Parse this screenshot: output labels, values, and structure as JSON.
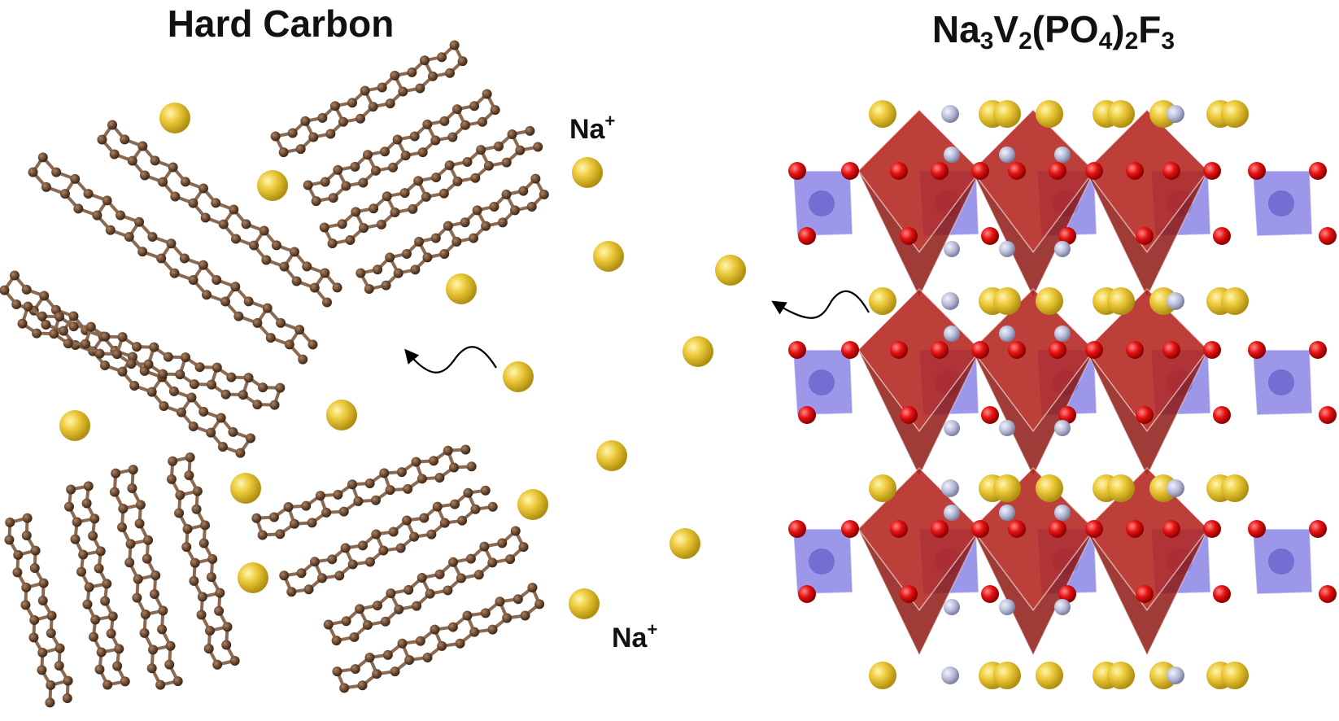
{
  "titles": {
    "left": "Hard Carbon",
    "right": {
      "parts": [
        {
          "t": "Na",
          "sub": false
        },
        {
          "t": "3",
          "sub": true
        },
        {
          "t": "V",
          "sub": false
        },
        {
          "t": "2",
          "sub": true
        },
        {
          "t": "(PO",
          "sub": false
        },
        {
          "t": "4",
          "sub": true
        },
        {
          "t": ")",
          "sub": false
        },
        {
          "t": "2",
          "sub": true
        },
        {
          "t": "F",
          "sub": false
        },
        {
          "t": "3",
          "sub": true
        }
      ]
    }
  },
  "labels": {
    "ion_top": {
      "base": "Na",
      "sup": "+"
    },
    "ion_bottom": {
      "base": "Na",
      "sup": "+"
    }
  },
  "colors": {
    "carbon_dark": "#5a3a22",
    "carbon_light": "#8a6a52",
    "sodium": "#e6c52a",
    "sodium_highlight": "#fff3a0",
    "vanadium_octahedron": "#b3261e",
    "phosphate_tetrahedron": "#7b74e0",
    "oxygen": "#e01010",
    "fluorine": "#b4b8d4",
    "arrow": "#000000"
  }
}
